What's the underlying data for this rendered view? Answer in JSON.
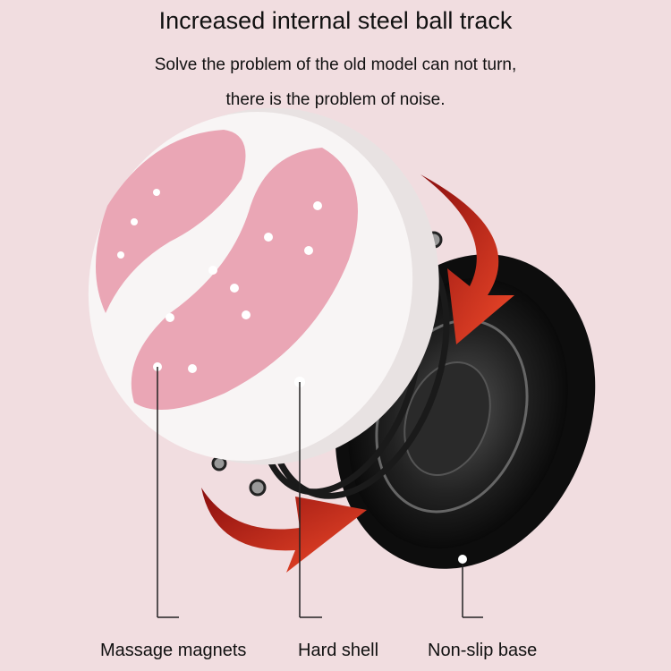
{
  "header": {
    "title": "Increased internal steel ball track",
    "subtitle_line1": "Solve the problem of the old model can not turn,",
    "subtitle_line2": "there is the problem of noise."
  },
  "callouts": [
    {
      "label": "Massage magnets"
    },
    {
      "label": "Hard shell"
    },
    {
      "label": "Non-slip base"
    }
  ],
  "colors": {
    "background": "#f1dde0",
    "pad": "#eaa6b5",
    "shell": "#f7f3f3",
    "base": "#1a1a1a",
    "arrow": "#d8321e"
  }
}
